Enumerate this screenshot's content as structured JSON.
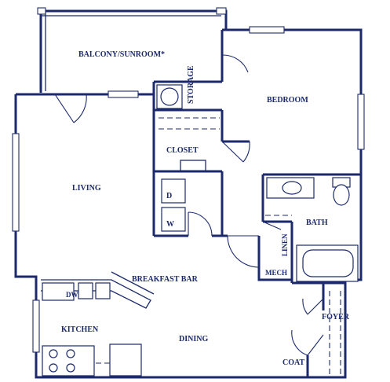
{
  "floor_plan": {
    "rooms": {
      "balcony": "BALCONY/SUNROOM*",
      "storage": "STORAGE",
      "bedroom": "BEDROOM",
      "closet": "CLOSET",
      "living": "LIVING",
      "dryer": "D",
      "washer": "W",
      "bath": "BATH",
      "linen": "LINEN",
      "mech": "MECH",
      "breakfast_bar": "BREAKFAST BAR",
      "dishwasher": "DW",
      "kitchen": "KITCHEN",
      "dining": "DINING",
      "foyer": "FOYER",
      "coat": "COAT"
    },
    "colors": {
      "line": "#1c2a6b",
      "background": "#ffffff"
    }
  }
}
